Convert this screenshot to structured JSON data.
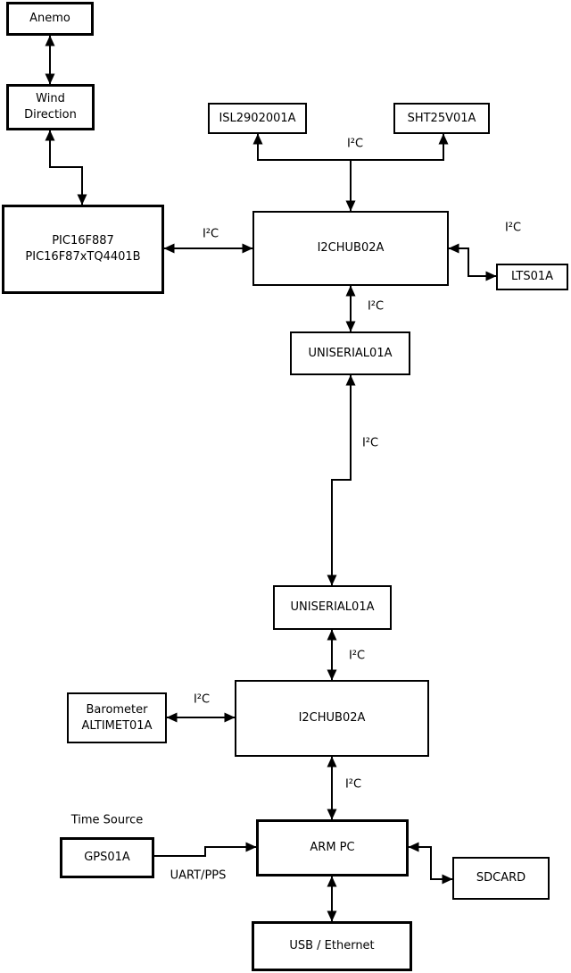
{
  "diagram": {
    "nodes": {
      "anemo": {
        "label": "Anemo"
      },
      "wind": {
        "line1": "Wind",
        "line2": "Direction"
      },
      "pic": {
        "line1": "PIC16F887",
        "line2": "PIC16F87xTQ4401B"
      },
      "isl": {
        "label": "ISL2902001A"
      },
      "sht": {
        "label": "SHT25V01A"
      },
      "hub1": {
        "label": "I2CHUB02A"
      },
      "lts": {
        "label": "LTS01A"
      },
      "uni1": {
        "label": "UNISERIAL01A"
      },
      "uni2": {
        "label": "UNISERIAL01A"
      },
      "hub2": {
        "label": "I2CHUB02A"
      },
      "barometer": {
        "line1": "Barometer",
        "line2": "ALTIMET01A"
      },
      "gps": {
        "label": "GPS01A"
      },
      "arm_pc": {
        "label": "ARM PC"
      },
      "sdcard": {
        "label": "SDCARD"
      },
      "usb": {
        "label": "USB / Ethernet"
      }
    },
    "edge_labels": {
      "i2c": "I²C",
      "uart_pps": "UART/PPS",
      "time_source": "Time Source"
    },
    "edges": [
      {
        "from": "anemo",
        "to": "wind",
        "direction": "both",
        "label": ""
      },
      {
        "from": "wind",
        "to": "pic",
        "direction": "both",
        "label": ""
      },
      {
        "from": "pic",
        "to": "hub1",
        "direction": "both",
        "label": "I²C"
      },
      {
        "from": "hub1",
        "to": "isl",
        "direction": "to",
        "label": "I²C"
      },
      {
        "from": "hub1",
        "to": "sht",
        "direction": "to",
        "label": "I²C"
      },
      {
        "from": "hub1",
        "to": "lts",
        "direction": "both",
        "label": "I²C"
      },
      {
        "from": "hub1",
        "to": "uni1",
        "direction": "both",
        "label": "I²C"
      },
      {
        "from": "uni1",
        "to": "uni2",
        "direction": "both",
        "label": "I²C"
      },
      {
        "from": "uni2",
        "to": "hub2",
        "direction": "both",
        "label": "I²C"
      },
      {
        "from": "barometer",
        "to": "hub2",
        "direction": "both",
        "label": "I²C"
      },
      {
        "from": "hub2",
        "to": "arm_pc",
        "direction": "both",
        "label": "I²C"
      },
      {
        "from": "gps",
        "to": "arm_pc",
        "direction": "to",
        "label": "UART/PPS"
      },
      {
        "from": "arm_pc",
        "to": "sdcard",
        "direction": "both",
        "label": ""
      },
      {
        "from": "arm_pc",
        "to": "usb",
        "direction": "both",
        "label": ""
      }
    ],
    "colors": {
      "line": "#000000",
      "box_fill": "#ffffff",
      "background": "#ffffff",
      "text": "#000000"
    }
  }
}
